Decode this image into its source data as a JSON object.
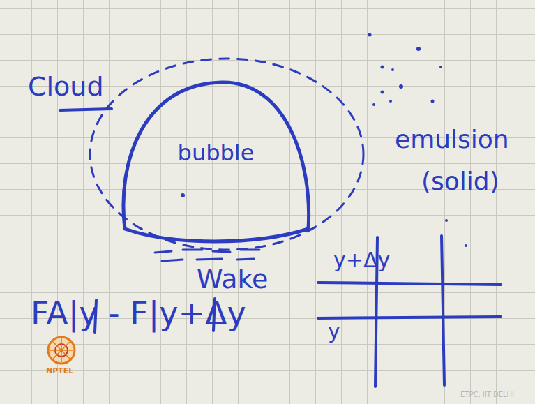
{
  "diagram": {
    "nodes": [
      {
        "text": [
          "Cloud"
        ]
      },
      {
        "text": [
          "bubble"
        ],
        "in": 0
      }
    ],
    "labels": [
      "Wake",
      "emulsion",
      "(solid)",
      "y+Δy",
      "y",
      "FA|y - F|y+Δy",
      "NPTEL",
      "ETPC, IIT DELHI"
    ]
  }
}
